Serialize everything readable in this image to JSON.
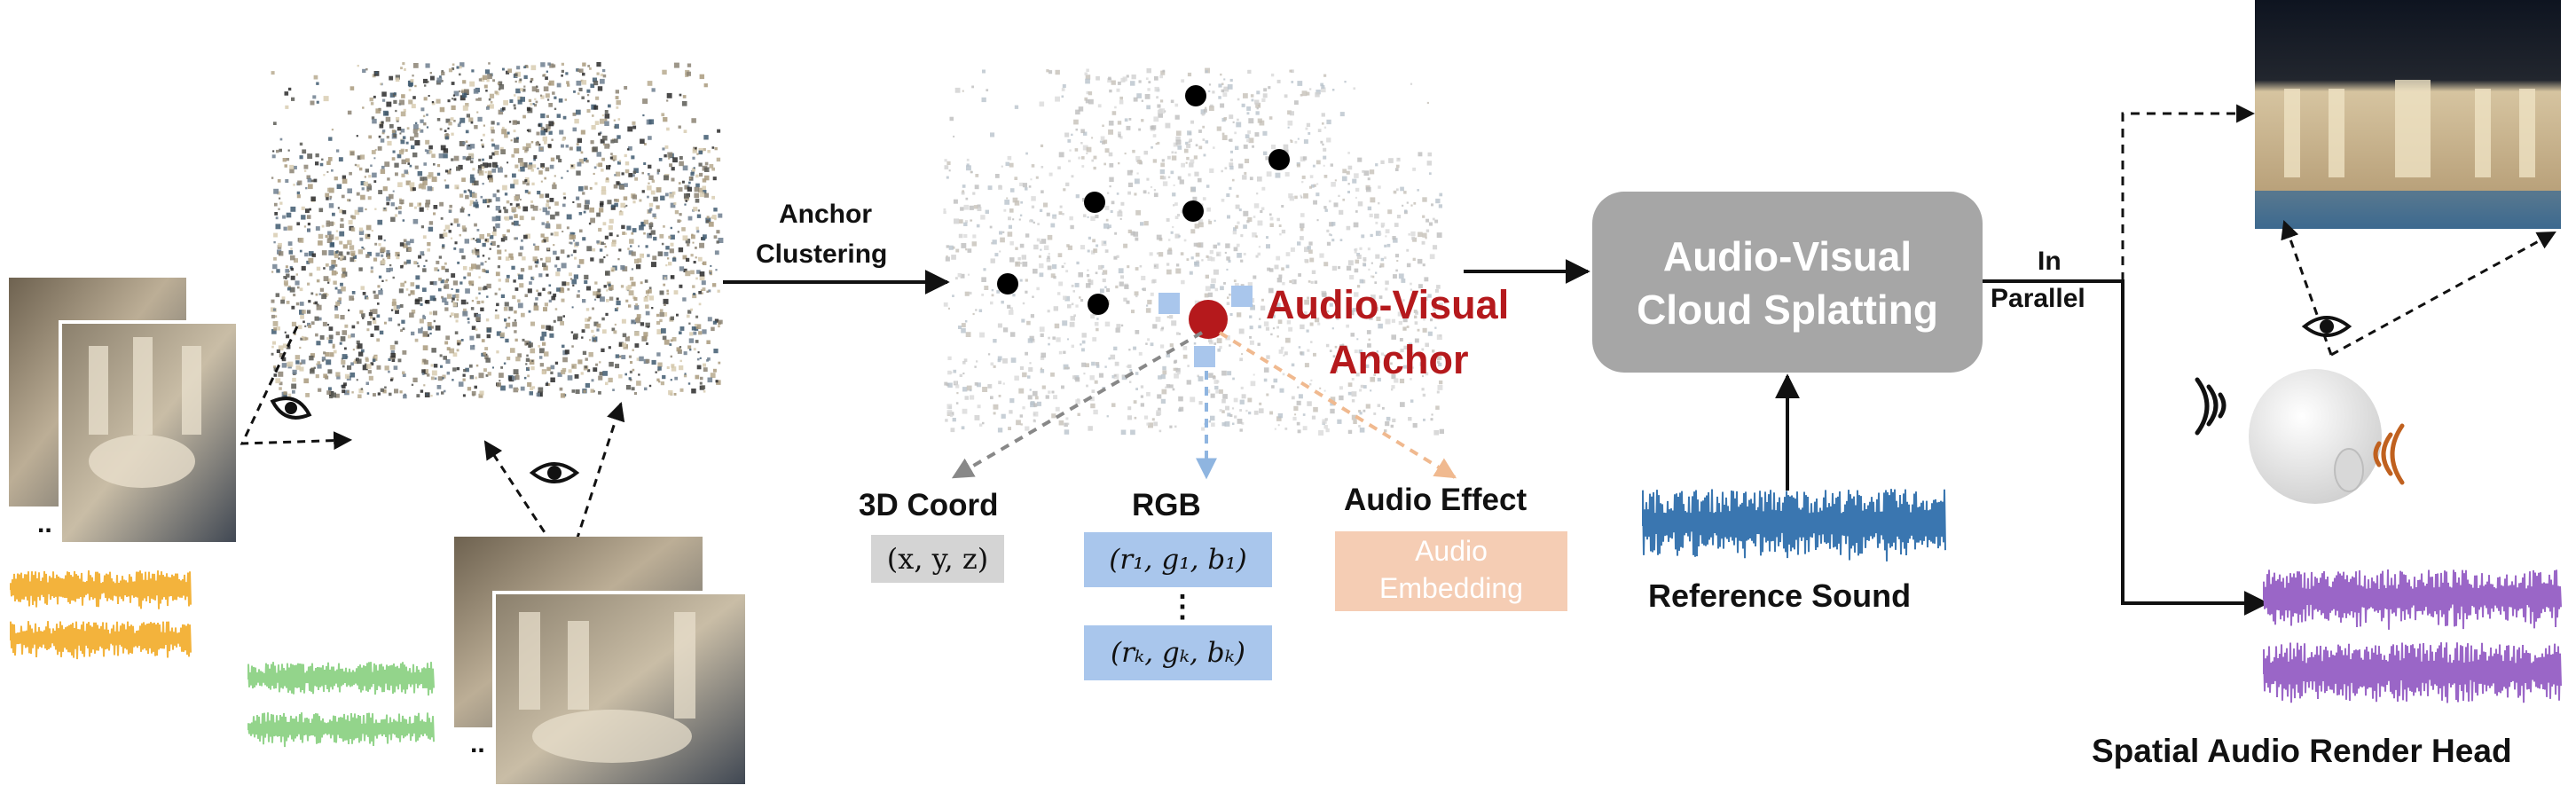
{
  "labels": {
    "anchor_clustering_1": "Anchor",
    "anchor_clustering_2": "Clustering",
    "av_anchor_1": "Audio-Visual",
    "av_anchor_2": "Anchor",
    "splat_box_1": "Audio-Visual",
    "splat_box_2": "Cloud Splatting",
    "in_parallel_1": "In",
    "in_parallel_2": "Parallel",
    "coord_title": "3D Coord",
    "coord_value": "(x, y, z)",
    "rgb_title": "RGB",
    "rgb_first": "(r₁, g₁, b₁)",
    "rgb_last": "(rₖ, gₖ, bₖ)",
    "audio_effect_title": "Audio Effect",
    "audio_embedding_1": "Audio",
    "audio_embedding_2": "Embedding",
    "reference_sound": "Reference Sound",
    "render_head": "Spatial Audio Render Head"
  },
  "colors": {
    "anchor_red": "#b5191c",
    "splat_box": "#a6a6a6",
    "coord_box": "#d4d4d4",
    "rgb_box": "#a9c6ec",
    "audio_box": "#f5cdb4",
    "waveform_orange": "#f3b33c",
    "waveform_green": "#93d48b",
    "waveform_blue": "#3a76b0",
    "waveform_purple": "#9a66c7"
  },
  "icons": [
    "eye-icon",
    "sound-wave-icon",
    "head-icon"
  ]
}
